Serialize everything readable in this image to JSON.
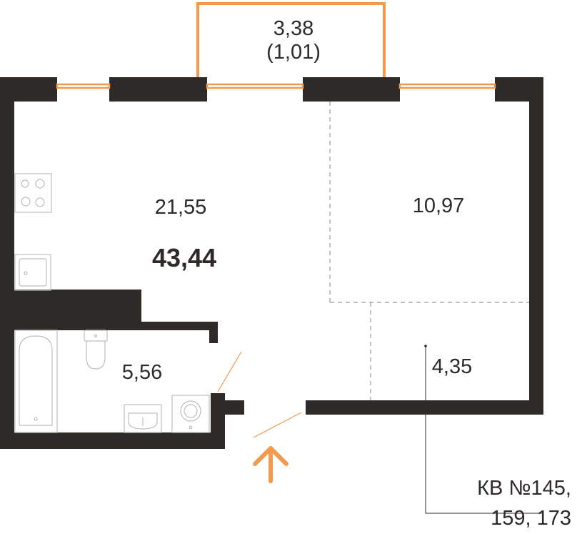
{
  "colors": {
    "wall": "#2e2a28",
    "accent": "#f39a4e",
    "fixture_stroke": "#bdbdbd",
    "dashed": "#9a9a9a",
    "text": "#2e2a28"
  },
  "balcony": {
    "area": "3,38",
    "area_reduced": "(1,01)"
  },
  "rooms": {
    "kitchen_living": "21,55",
    "bedroom": "10,97",
    "bathroom": "5,56",
    "hallway": "4,35"
  },
  "total_area": "43,44",
  "apartment": {
    "line1": "КВ №145,",
    "line2": "159, 173"
  },
  "icons": {
    "stove": "stove-icon",
    "sink": "kitchen-sink-icon",
    "toilet": "toilet-icon",
    "bathtub": "bathtub-icon",
    "washbasin": "washbasin-icon",
    "washer": "washing-machine-icon",
    "entrance": "entrance-arrow-icon"
  }
}
